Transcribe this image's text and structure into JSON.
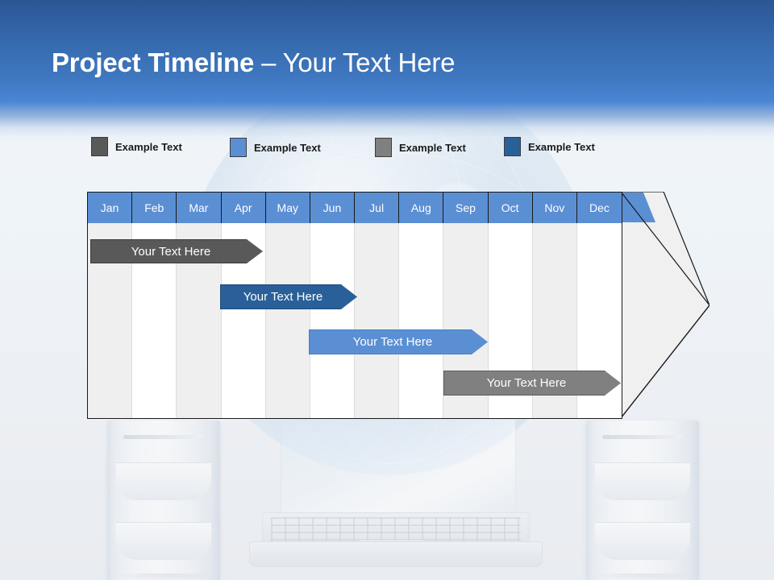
{
  "slide": {
    "title_strong": "Project Timeline",
    "title_rest": " – Your Text Here"
  },
  "legend": {
    "items": [
      {
        "label": "Example Text",
        "color": "#595959",
        "name": "legend-swatch-dark-gray"
      },
      {
        "label": "Example Text",
        "color": "#5b8fd4",
        "name": "legend-swatch-light-blue"
      },
      {
        "label": "Example Text",
        "color": "#808080",
        "name": "legend-swatch-gray"
      },
      {
        "label": "Example Text",
        "color": "#2a6099",
        "name": "legend-swatch-dark-blue"
      }
    ]
  },
  "chart_data": {
    "type": "bar",
    "title": "Project Timeline – Your Text Here",
    "xlabel": "",
    "ylabel": "",
    "categories": [
      "Jan",
      "Feb",
      "Mar",
      "Apr",
      "May",
      "Jun",
      "Jul",
      "Aug",
      "Sep",
      "Oct",
      "Nov",
      "Dec"
    ],
    "legend": [
      "Example Text",
      "Example Text",
      "Example Text",
      "Example Text"
    ],
    "legend_position": "top",
    "grid": true,
    "tasks": [
      {
        "label": "Your  Text Here",
        "start_month": "Jan",
        "end_month": "Apr",
        "start_index": 0,
        "end_index": 3.85,
        "color": "#595959",
        "row": 0
      },
      {
        "label": "Your  Text Here",
        "start_month": "Apr",
        "end_month": "Jul",
        "start_index": 2.98,
        "end_index": 6.0,
        "color": "#2a6099",
        "row": 1
      },
      {
        "label": "Your  Text Here",
        "start_month": "Jun",
        "end_month": "Sep",
        "start_index": 4.95,
        "end_index": 8.9,
        "color": "#5b8fd4",
        "row": 2
      },
      {
        "label": "Your  Text Here",
        "start_month": "Sep",
        "end_month": "Dec",
        "start_index": 7.98,
        "end_index": 11.95,
        "color": "#808080",
        "row": 3
      }
    ]
  },
  "colors": {
    "header_top": "#2b5694",
    "header_bottom": "#4a86d4",
    "month_header": "#5b8fd4",
    "column_shade": "#efefef",
    "arrow_fill": "#f0f0f0",
    "outline": "#1a1a1a"
  }
}
